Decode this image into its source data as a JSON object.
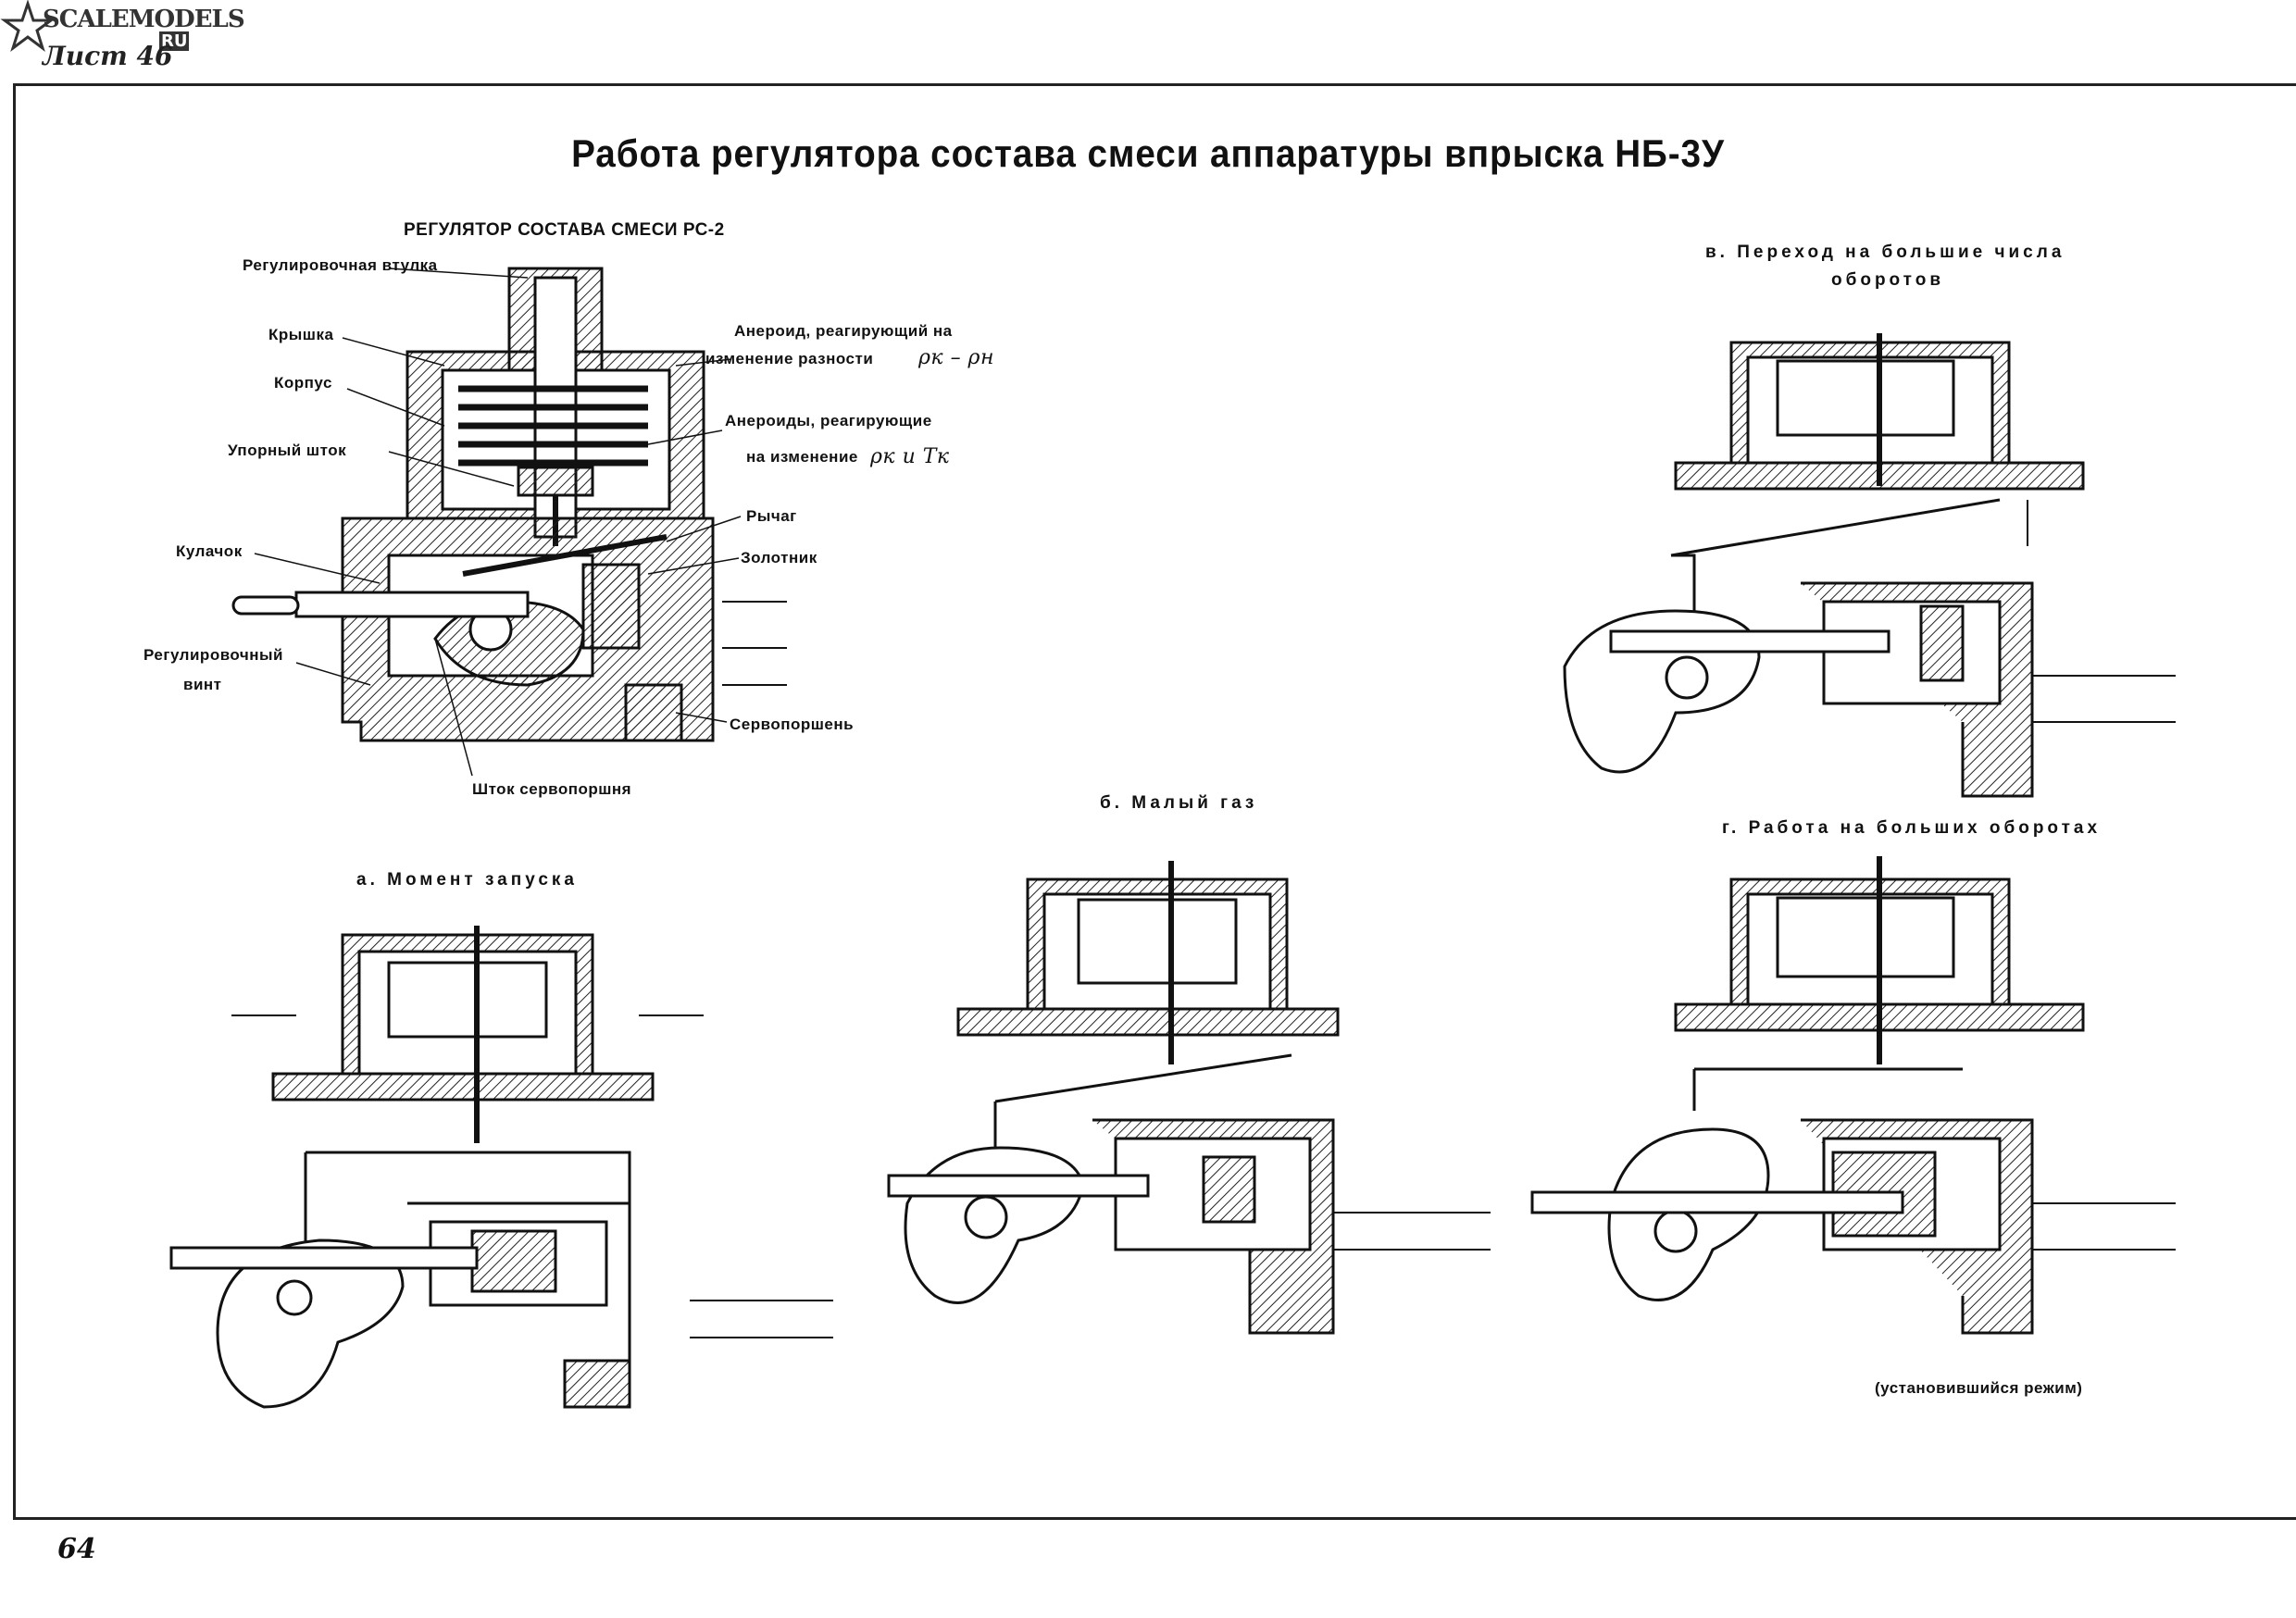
{
  "header": {
    "logo_text": "SCALEMODELS",
    "logo_suffix": "RU",
    "sheet": "Лист 46"
  },
  "title": "Работа регулятора состава смеси аппаратуры впрыска НБ-3У",
  "main_diagram": {
    "heading": "РЕГУЛЯТОР СОСТАВА СМЕСИ РС-2",
    "labels": {
      "sleeve": "Регулировочная втулка",
      "cover": "Крышка",
      "body": "Корпус",
      "stop_rod": "Упорный шток",
      "cam": "Кулачок",
      "adj_screw_1": "Регулировочный",
      "adj_screw_2": "винт",
      "aneroid_1": "Анероид, реагирующий на",
      "aneroid_2": "изменение разности",
      "aneroid_2_formula": "ρк – ρн",
      "aneroids_1": "Анероиды, реагирующие",
      "aneroids_2": "на изменение",
      "aneroids_2_formula": "ρк и Tк",
      "lever": "Рычаг",
      "spool": "Золотник",
      "servo_piston": "Сервопоршень",
      "servo_rod": "Шток сервопоршня"
    }
  },
  "subdiagrams": {
    "a": "а. Момент запуска",
    "b": "б. Малый газ",
    "v": "в. Переход на большие числа",
    "v2": "оборотов",
    "g": "г. Работа на больших оборотах",
    "g_note": "(установившийся режим)"
  },
  "page_number": "64"
}
